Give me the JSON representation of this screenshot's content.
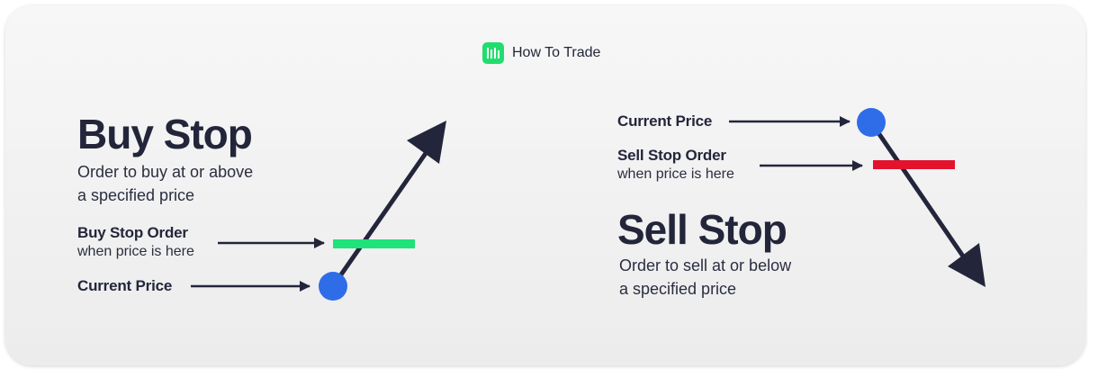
{
  "brand": {
    "name": "How To Trade",
    "logo_icon": "bar-chart-icon",
    "logo_color": "#22dd6e"
  },
  "buy_stop": {
    "title": "Buy Stop",
    "description_line1": "Order to buy at or above",
    "description_line2": "a specified price",
    "order_label": "Buy Stop Order",
    "order_sublabel": "when price is here",
    "current_price_label": "Current Price",
    "order_marker_color": "#1ee27a",
    "price_dot_color": "#2f6ce8"
  },
  "sell_stop": {
    "title": "Sell Stop",
    "description_line1": "Order to sell at or below",
    "description_line2": "a specified price",
    "order_label": "Sell Stop Order",
    "order_sublabel": "when price is here",
    "current_price_label": "Current Price",
    "order_marker_color": "#e4132d",
    "price_dot_color": "#2f6ce8"
  },
  "colors": {
    "ink": "#23263a",
    "background": "#f2f2f3"
  }
}
